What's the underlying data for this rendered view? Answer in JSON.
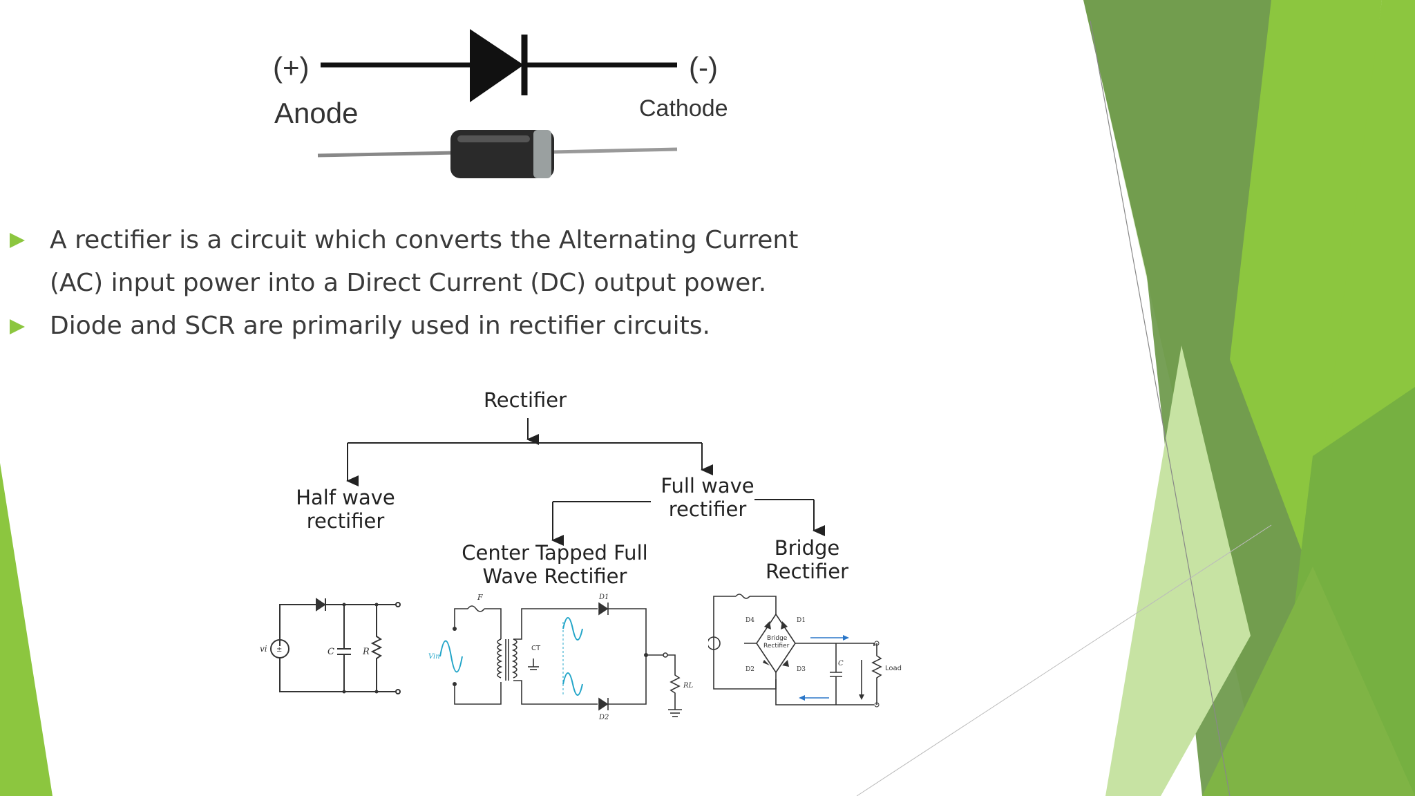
{
  "diode": {
    "anode_sign": "(+)",
    "cathode_sign": "(-)",
    "anode_label": "Anode",
    "cathode_label": "Cathode"
  },
  "bullets": [
    {
      "line1": "A rectifier is a circuit which converts the Alternating Current",
      "line2": "(AC) input power into a Direct Current (DC) output power."
    },
    {
      "line1": "Diode and SCR are primarily used in rectifier circuits."
    }
  ],
  "tree": {
    "root": "Rectifier",
    "half_wave": [
      "Half wave",
      "rectifier"
    ],
    "full_wave": [
      "Full wave",
      "rectifier"
    ],
    "center_tapped": [
      "Center Tapped Full",
      "Wave Rectifier"
    ],
    "bridge": [
      "Bridge",
      "Rectifier"
    ]
  },
  "circuits": {
    "half": {
      "source": "vi",
      "cap": "C",
      "res": "R"
    },
    "center": {
      "fuse": "F",
      "d1": "D1",
      "d2": "D2",
      "ct": "CT",
      "input": "Vin",
      "load": "RL"
    },
    "bridge": {
      "box_line1": "Bridge",
      "box_line2": "Rectifier",
      "load": "Load",
      "cap": "C",
      "d1": "D1",
      "d2": "D2",
      "d3": "D3",
      "d4": "D4"
    }
  },
  "colors": {
    "accent": "#8cc63f",
    "green_dark": "#5f8f3a",
    "green_mid": "#76b041",
    "green_light": "#b6d98a",
    "text": "#3a3a3a",
    "wave": "#22a5c8"
  }
}
